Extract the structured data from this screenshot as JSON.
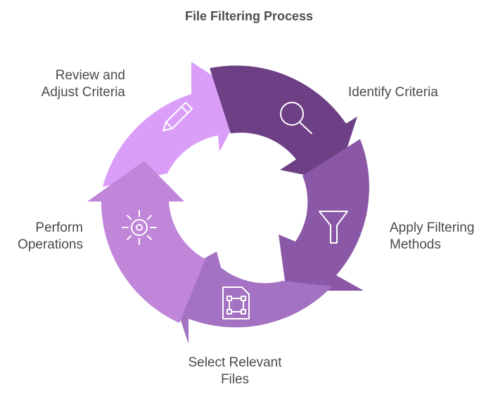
{
  "title": "File Filtering Process",
  "steps": [
    {
      "lines": [
        "Identify Criteria"
      ],
      "icon": "magnifier-icon",
      "color": "#6d3f85"
    },
    {
      "lines": [
        "Apply Filtering",
        "Methods"
      ],
      "icon": "funnel-icon",
      "color": "#8a58a7"
    },
    {
      "lines": [
        "Select Relevant",
        "Files"
      ],
      "icon": "file-select-icon",
      "color": "#a472c2"
    },
    {
      "lines": [
        "Perform",
        "Operations"
      ],
      "icon": "gear-icon",
      "color": "#bf86d9"
    },
    {
      "lines": [
        "Review and",
        "Adjust Criteria"
      ],
      "icon": "pencil-icon",
      "color": "#da9ef8"
    }
  ]
}
